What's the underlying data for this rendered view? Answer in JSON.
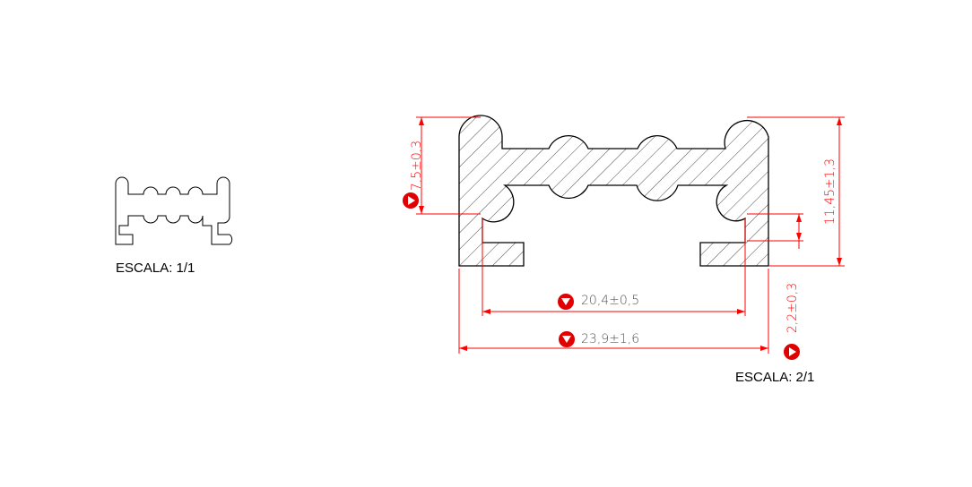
{
  "views": {
    "small": {
      "scale_label": "ESCALA: 1/1"
    },
    "large": {
      "scale_label": "ESCALA: 2/1",
      "dimensions": {
        "height_inner": "7,5±0,3",
        "height_total": "11,45±1,3",
        "foot_height": "2,2±0,3",
        "width_inner": "20,4±0,5",
        "width_total": "23,9±1,6"
      }
    }
  },
  "colors": {
    "outline": "#000000",
    "dimension": "#ff0000",
    "marker": "#e00000",
    "hatch": "#000000"
  },
  "icons": {
    "critical_marker": "circled-triangle-icon"
  }
}
